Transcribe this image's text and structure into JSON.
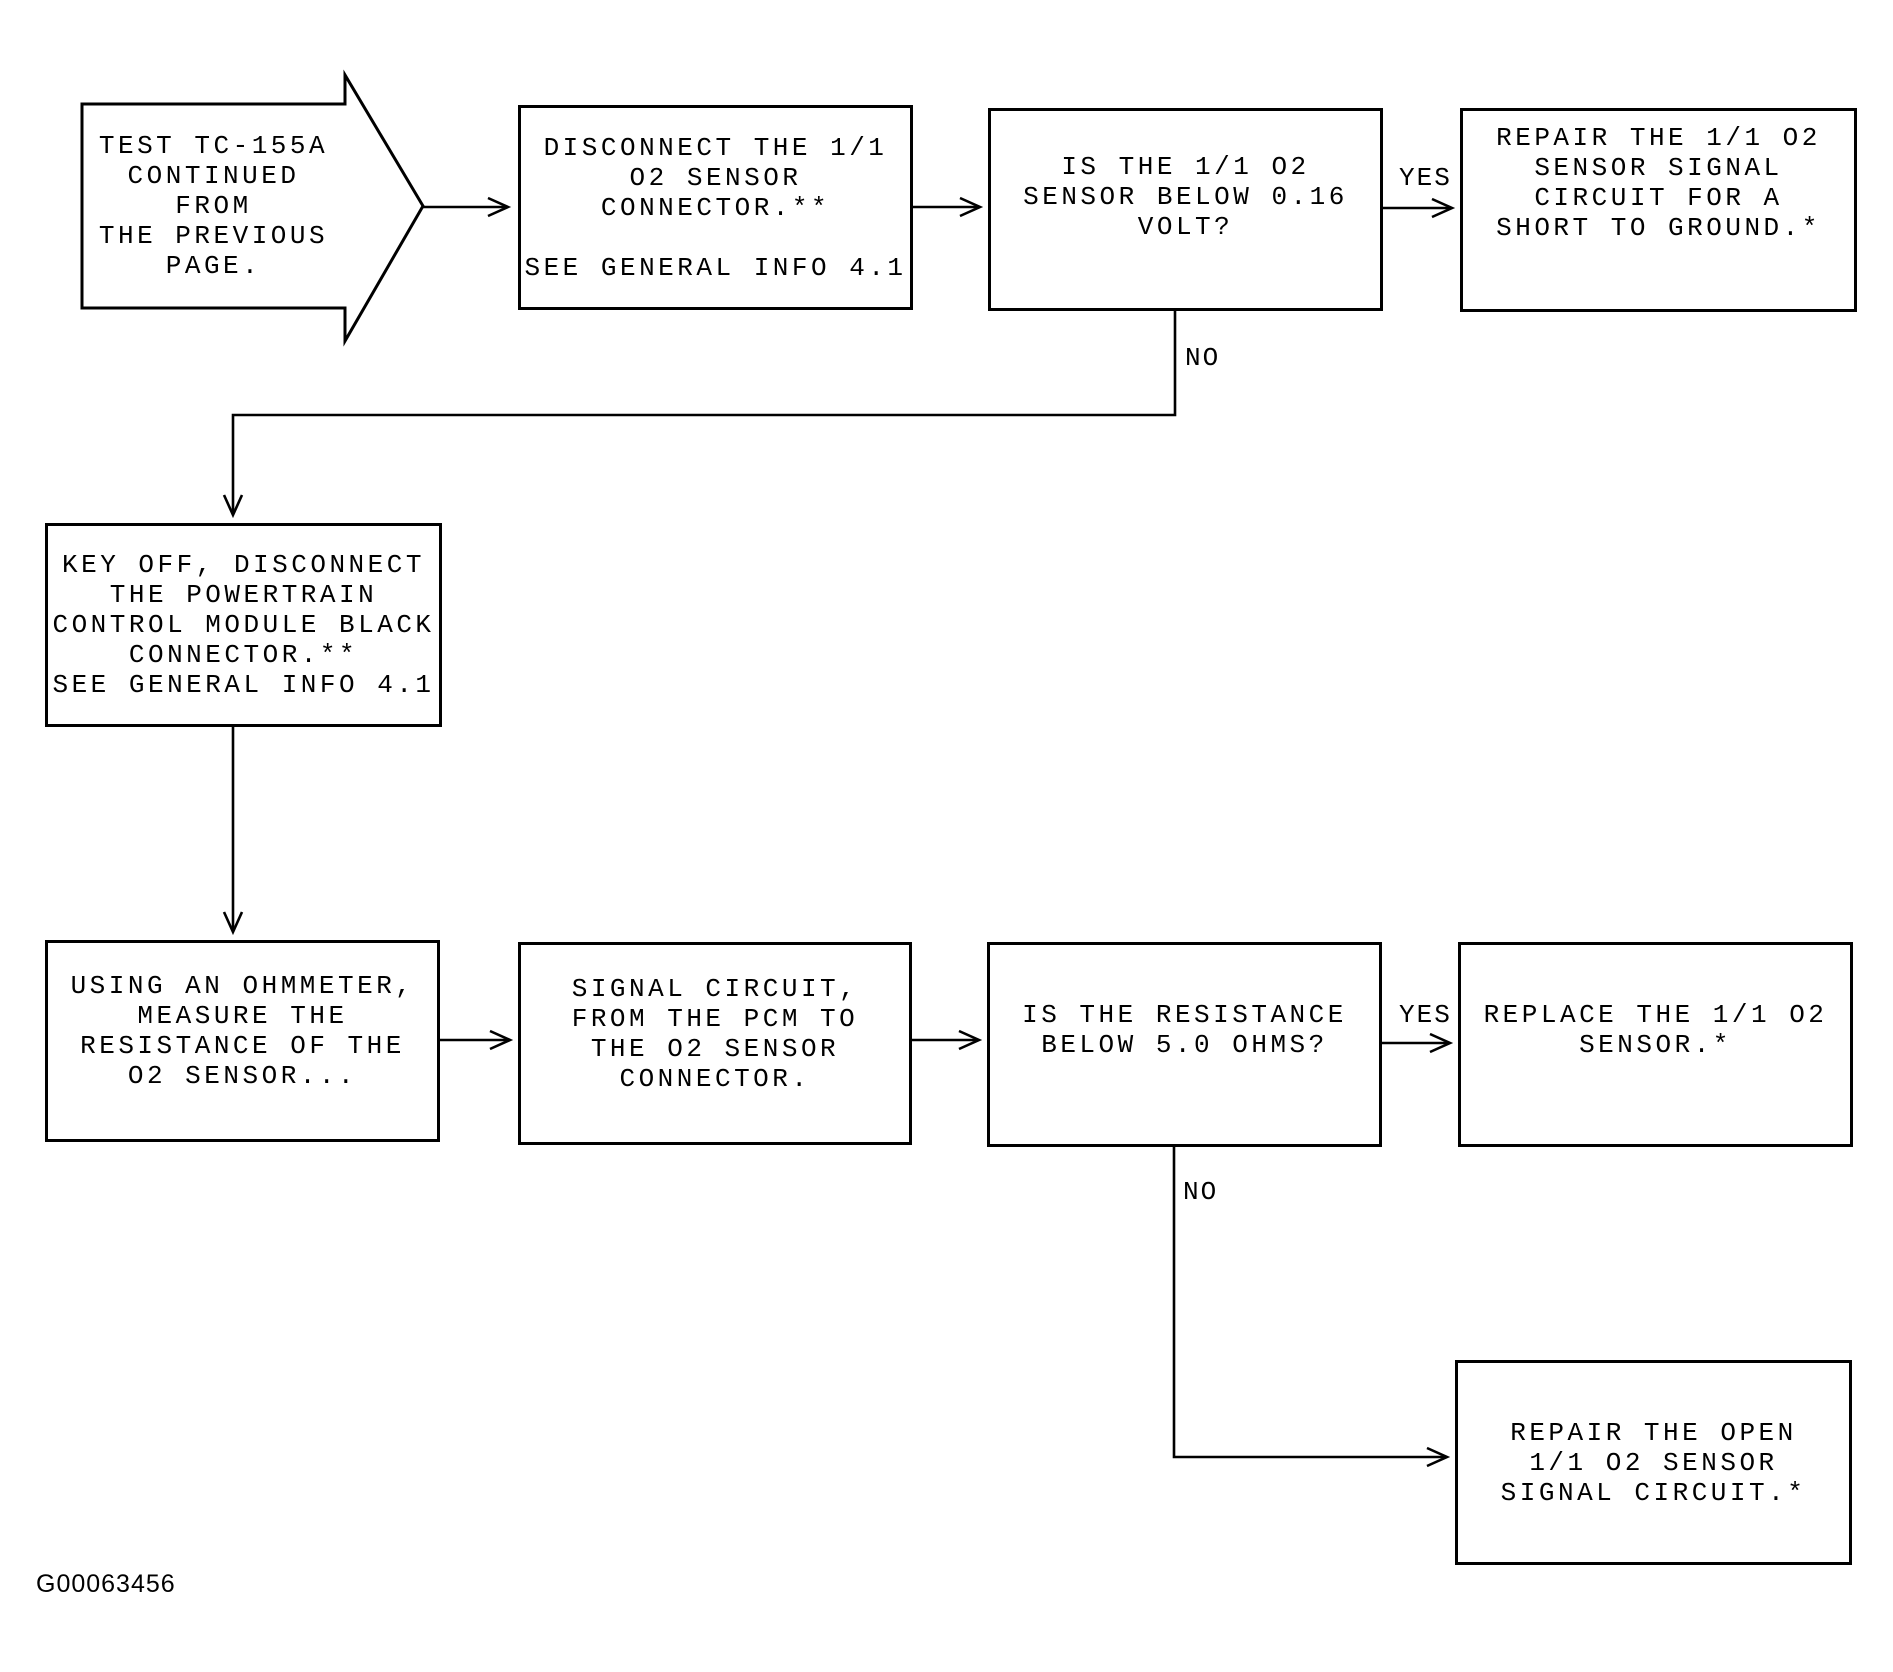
{
  "figure_id": "G00063456",
  "nodes": {
    "start": {
      "type": "offpage-connector",
      "text": "TEST TC-155A\nCONTINUED FROM\nTHE PREVIOUS\nPAGE."
    },
    "disconnect_o2_connector": {
      "type": "process",
      "text": "DISCONNECT THE 1/1\nO2 SENSOR\nCONNECTOR.**\n\nSEE GENERAL INFO 4.1"
    },
    "q_sensor_below_016v": {
      "type": "decision",
      "text": "IS THE 1/1 O2\nSENSOR BELOW 0.16\nVOLT?"
    },
    "repair_short_to_ground": {
      "type": "action",
      "text": "REPAIR THE 1/1 O2\nSENSOR SIGNAL\nCIRCUIT FOR A\nSHORT TO GROUND.*"
    },
    "key_off_disconnect_pcm": {
      "type": "process",
      "text": "KEY OFF, DISCONNECT\nTHE POWERTRAIN\nCONTROL MODULE BLACK\nCONNECTOR.**\nSEE GENERAL INFO 4.1"
    },
    "measure_resistance": {
      "type": "process",
      "text": "USING AN OHMMETER,\nMEASURE THE\nRESISTANCE OF THE\nO2 SENSOR..."
    },
    "signal_circuit": {
      "type": "process",
      "text": "SIGNAL CIRCUIT,\nFROM THE PCM TO\nTHE O2 SENSOR\nCONNECTOR."
    },
    "q_resistance_below_5_ohms": {
      "type": "decision",
      "text": "IS THE RESISTANCE\nBELOW 5.0 OHMS?"
    },
    "replace_sensor": {
      "type": "action",
      "text": "REPLACE THE 1/1 O2\nSENSOR.*"
    },
    "repair_open_signal_circuit": {
      "type": "action",
      "text": "REPAIR THE OPEN\n1/1 O2 SENSOR\nSIGNAL CIRCUIT.*"
    }
  },
  "edge_labels": {
    "voltage_yes": "YES",
    "voltage_no": "NO",
    "resistance_yes": "YES",
    "resistance_no": "NO"
  },
  "edges": [
    {
      "from": "start",
      "to": "disconnect_o2_connector",
      "label": ""
    },
    {
      "from": "disconnect_o2_connector",
      "to": "q_sensor_below_016v",
      "label": ""
    },
    {
      "from": "q_sensor_below_016v",
      "to": "repair_short_to_ground",
      "label": "YES"
    },
    {
      "from": "q_sensor_below_016v",
      "to": "key_off_disconnect_pcm",
      "label": "NO"
    },
    {
      "from": "key_off_disconnect_pcm",
      "to": "measure_resistance",
      "label": ""
    },
    {
      "from": "measure_resistance",
      "to": "signal_circuit",
      "label": ""
    },
    {
      "from": "signal_circuit",
      "to": "q_resistance_below_5_ohms",
      "label": ""
    },
    {
      "from": "q_resistance_below_5_ohms",
      "to": "replace_sensor",
      "label": "YES"
    },
    {
      "from": "q_resistance_below_5_ohms",
      "to": "repair_open_signal_circuit",
      "label": "NO"
    }
  ],
  "colors": {
    "line": "#000000",
    "background": "#ffffff"
  }
}
